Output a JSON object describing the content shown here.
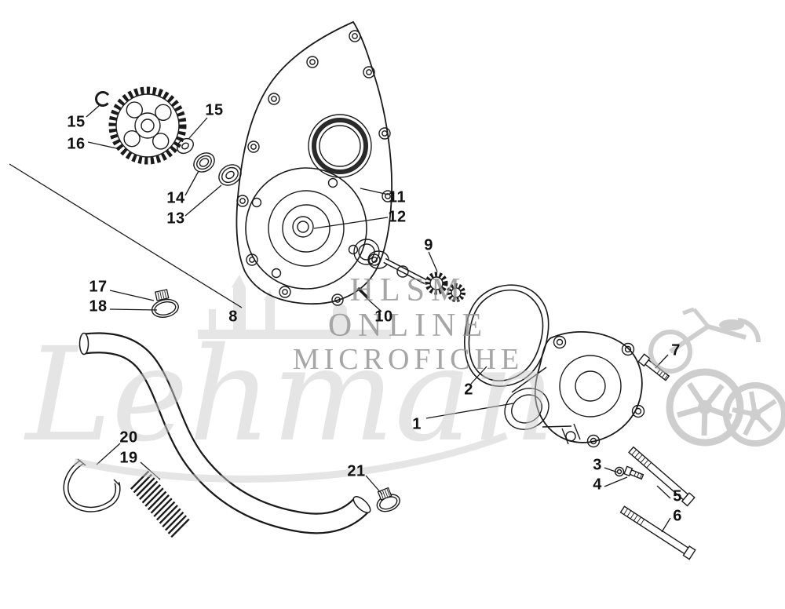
{
  "page": {
    "kind": "exploded-parts-diagram",
    "subject": "Water pump and hose assembly parts fiche"
  },
  "watermark": {
    "line1": "HLSM",
    "line2": "ONLINE",
    "line3": "MICROFICHE",
    "script": "Lehman"
  },
  "colors": {
    "line": "#1a1a1a",
    "watermark_text": "#909090",
    "watermark_script": "#cdcdcd",
    "watermark_art": "#b5b5b5"
  },
  "diagram": {
    "callouts": [
      {
        "label": "15"
      },
      {
        "label": "16"
      },
      {
        "label": "15"
      },
      {
        "label": "14"
      },
      {
        "label": "13"
      },
      {
        "label": "11"
      },
      {
        "label": "12"
      },
      {
        "label": "9"
      },
      {
        "label": "10"
      },
      {
        "label": "8"
      },
      {
        "label": "17"
      },
      {
        "label": "18"
      },
      {
        "label": "2"
      },
      {
        "label": "1"
      },
      {
        "label": "7"
      },
      {
        "label": "3"
      },
      {
        "label": "4"
      },
      {
        "label": "5"
      },
      {
        "label": "6"
      },
      {
        "label": "20"
      },
      {
        "label": "19"
      },
      {
        "label": "21"
      }
    ]
  }
}
